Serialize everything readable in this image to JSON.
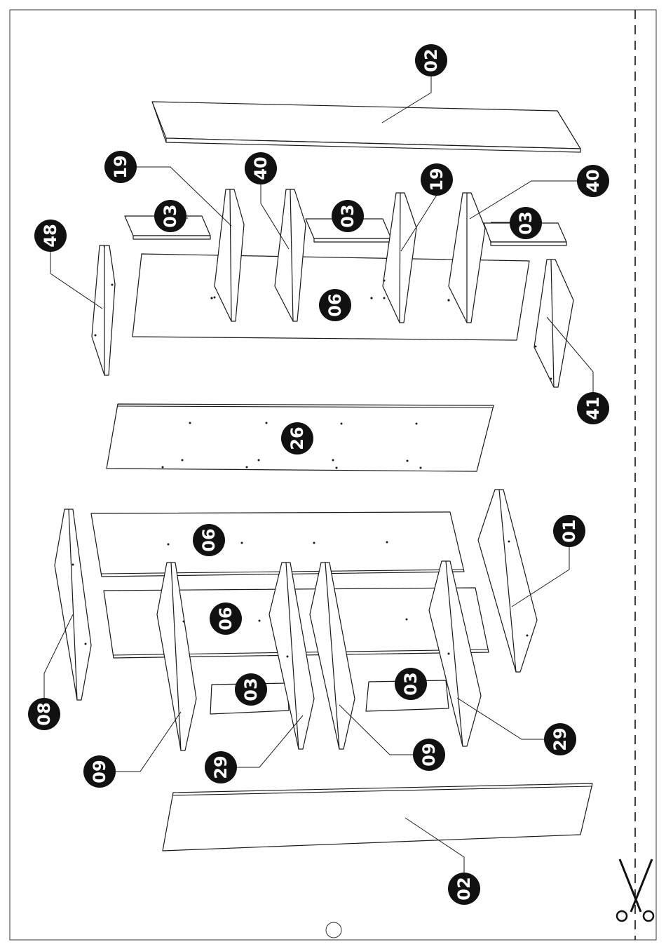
{
  "parts": [
    {
      "label": "02"
    },
    {
      "label": "19"
    },
    {
      "label": "40"
    },
    {
      "label": "19"
    },
    {
      "label": "40"
    },
    {
      "label": "03"
    },
    {
      "label": "03"
    },
    {
      "label": "03"
    },
    {
      "label": "48"
    },
    {
      "label": "06"
    },
    {
      "label": "41"
    },
    {
      "label": "26"
    },
    {
      "label": "06"
    },
    {
      "label": "01"
    },
    {
      "label": "06"
    },
    {
      "label": "03"
    },
    {
      "label": "03"
    },
    {
      "label": "08"
    },
    {
      "label": "09"
    },
    {
      "label": "29"
    },
    {
      "label": "09"
    },
    {
      "label": "29"
    },
    {
      "label": "02"
    }
  ],
  "icons": {
    "cut_marker": "scissors-icon",
    "page_marker": "circle-icon"
  },
  "colors": {
    "line": "#1a1a1a",
    "badge": "#111111",
    "badge_text": "#ffffff",
    "background": "#ffffff"
  }
}
